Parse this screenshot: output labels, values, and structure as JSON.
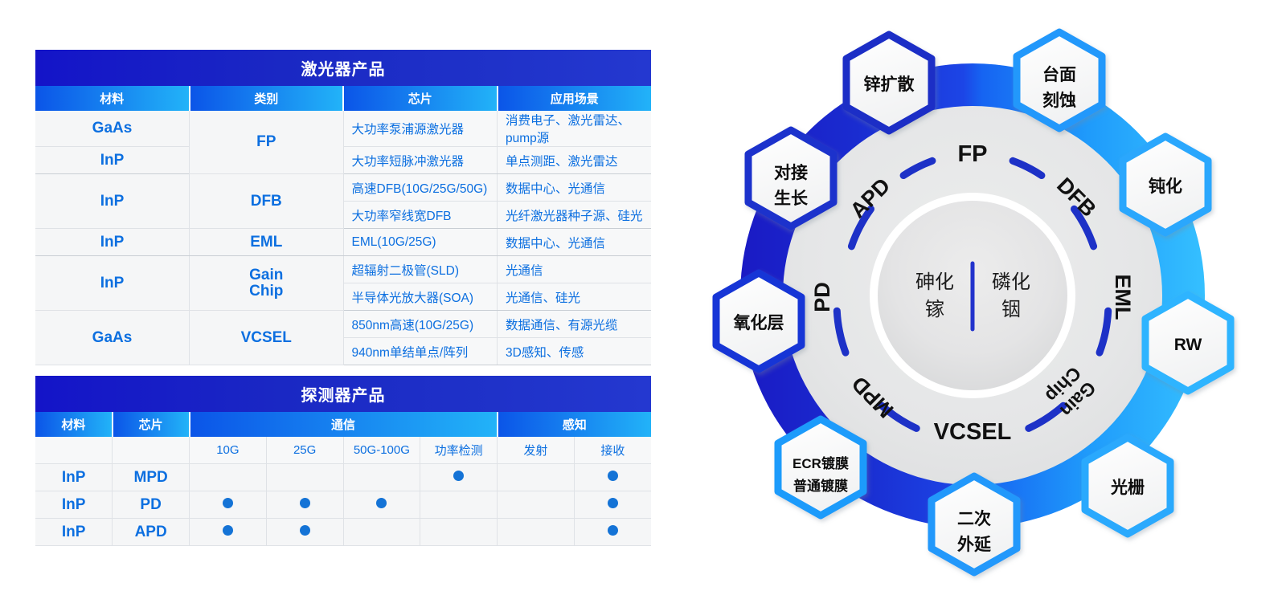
{
  "colors": {
    "banner_start": "#1414c8",
    "banner_end": "#2438d0",
    "colhdr_start": "#0b55e8",
    "colhdr_end": "#22b3f8",
    "text_blue": "#0c6fe0",
    "dot_blue": "#1473d6",
    "ring_dark": "#1a1ac4",
    "ring_light": "#2bb6ff",
    "dash_blue": "#1d31c7"
  },
  "laser_table": {
    "banner": "激光器产品",
    "columns": [
      "材料",
      "类别",
      "芯片",
      "应用场景"
    ],
    "groups": [
      {
        "category": "FP",
        "materials": [
          "GaAs",
          "InP"
        ],
        "rows": [
          {
            "chip": "大功率泵浦源激光器",
            "application": "消费电子、激光雷达、pump源"
          },
          {
            "chip": "大功率短脉冲激光器",
            "application": "单点测距、激光雷达"
          }
        ]
      },
      {
        "category": "DFB",
        "materials": [
          "InP"
        ],
        "rows": [
          {
            "chip": "高速DFB(10G/25G/50G)",
            "application": "数据中心、光通信"
          },
          {
            "chip": "大功率窄线宽DFB",
            "application": "光纤激光器种子源、硅光"
          }
        ]
      },
      {
        "category": "EML",
        "materials": [
          "InP"
        ],
        "rows": [
          {
            "chip": "EML(10G/25G)",
            "application": "数据中心、光通信"
          }
        ]
      },
      {
        "category": "Gain Chip",
        "materials": [
          "InP"
        ],
        "rows": [
          {
            "chip": "超辐射二极管(SLD)",
            "application": "光通信"
          },
          {
            "chip": "半导体光放大器(SOA)",
            "application": "光通信、硅光"
          }
        ]
      },
      {
        "category": "VCSEL",
        "materials": [
          "GaAs"
        ],
        "rows": [
          {
            "chip": "850nm高速(10G/25G)",
            "application": "数据通信、有源光缆"
          },
          {
            "chip": "940nm单结单点/阵列",
            "application": "3D感知、传感"
          }
        ]
      }
    ]
  },
  "detector_table": {
    "banner": "探测器产品",
    "columns": [
      "材料",
      "芯片",
      "通信",
      "感知"
    ],
    "subcolumns": [
      "",
      "",
      "10G",
      "25G",
      "50G-100G",
      "功率检测",
      "发射",
      "接收"
    ],
    "rows": [
      {
        "material": "InP",
        "chip": "MPD",
        "marks": [
          false,
          false,
          false,
          true,
          false,
          true
        ]
      },
      {
        "material": "InP",
        "chip": "PD",
        "marks": [
          true,
          true,
          true,
          false,
          false,
          true
        ]
      },
      {
        "material": "InP",
        "chip": "APD",
        "marks": [
          true,
          true,
          false,
          false,
          false,
          true
        ]
      }
    ]
  },
  "wheel": {
    "center": {
      "left": "砷化镓",
      "right": "磷化铟"
    },
    "inner_ring_labels": [
      "FP",
      "DFB",
      "EML",
      "Gain Chip",
      "VCSEL",
      "MPD",
      "PD",
      "APD"
    ],
    "hexagons": [
      {
        "id": "hex-zinc-diffusion",
        "lines": [
          "锌扩散"
        ]
      },
      {
        "id": "hex-mesa-etching",
        "lines": [
          "台面",
          "刻蚀"
        ]
      },
      {
        "id": "hex-passivation",
        "lines": [
          "钝化"
        ]
      },
      {
        "id": "hex-rw",
        "lines": [
          "RW"
        ]
      },
      {
        "id": "hex-grating",
        "lines": [
          "光栅"
        ]
      },
      {
        "id": "hex-secondary-epitaxy",
        "lines": [
          "二次",
          "外延"
        ]
      },
      {
        "id": "hex-ecr-coating",
        "lines": [
          "ECR镀膜",
          "普通镀膜"
        ]
      },
      {
        "id": "hex-oxide-layer",
        "lines": [
          "氧化层"
        ]
      },
      {
        "id": "hex-butt-joint-growth",
        "lines": [
          "对接",
          "生长"
        ]
      }
    ]
  }
}
